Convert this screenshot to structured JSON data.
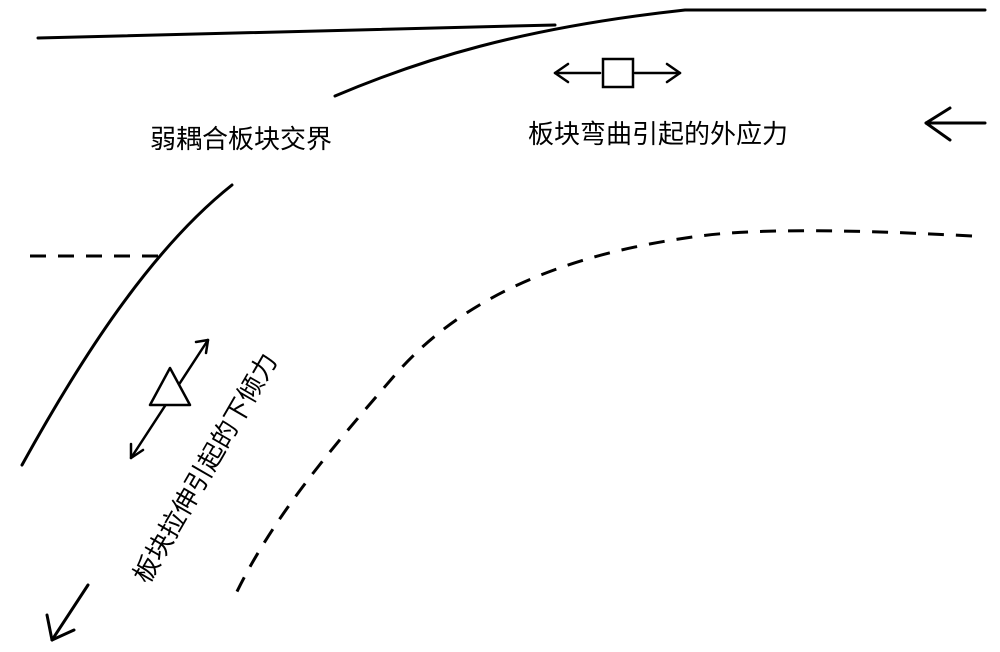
{
  "labels": {
    "weak_coupling_boundary": "弱耦合板块交界",
    "bending_stress": "板块弯曲引起的外应力",
    "down_dip_force": "板块拉伸引起的下倾力"
  },
  "colors": {
    "line": "#000000",
    "background": "#ffffff"
  },
  "icons": {
    "square_marker": "square-marker-icon",
    "triangle_marker": "triangle-marker-icon"
  }
}
